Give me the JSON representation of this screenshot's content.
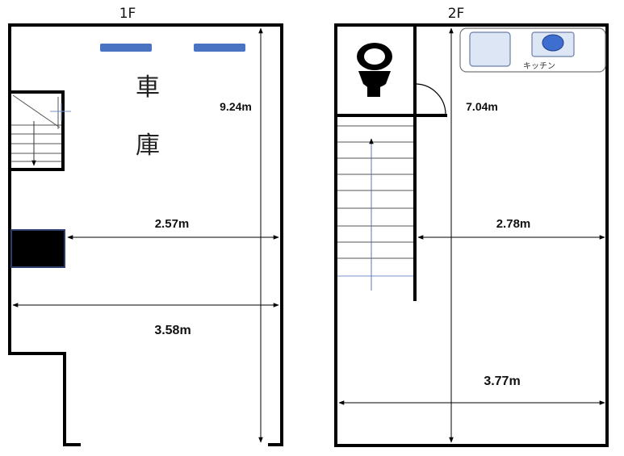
{
  "floors": [
    {
      "label": "1F",
      "room_chars": [
        "車",
        "庫"
      ],
      "dims": {
        "depth": "9.24m",
        "inner_width": "2.57m",
        "width": "3.58m"
      }
    },
    {
      "label": "2F",
      "kitchen_label": "キッチン",
      "dims": {
        "depth": "7.04m",
        "inner_width": "2.78m",
        "width": "3.77m"
      }
    }
  ],
  "colors": {
    "window_bar": "#4a73c2",
    "sink": "#dce6f5",
    "sink_bowl": "#3e6fd0"
  },
  "icons": {
    "toilet": "toilet-icon"
  }
}
